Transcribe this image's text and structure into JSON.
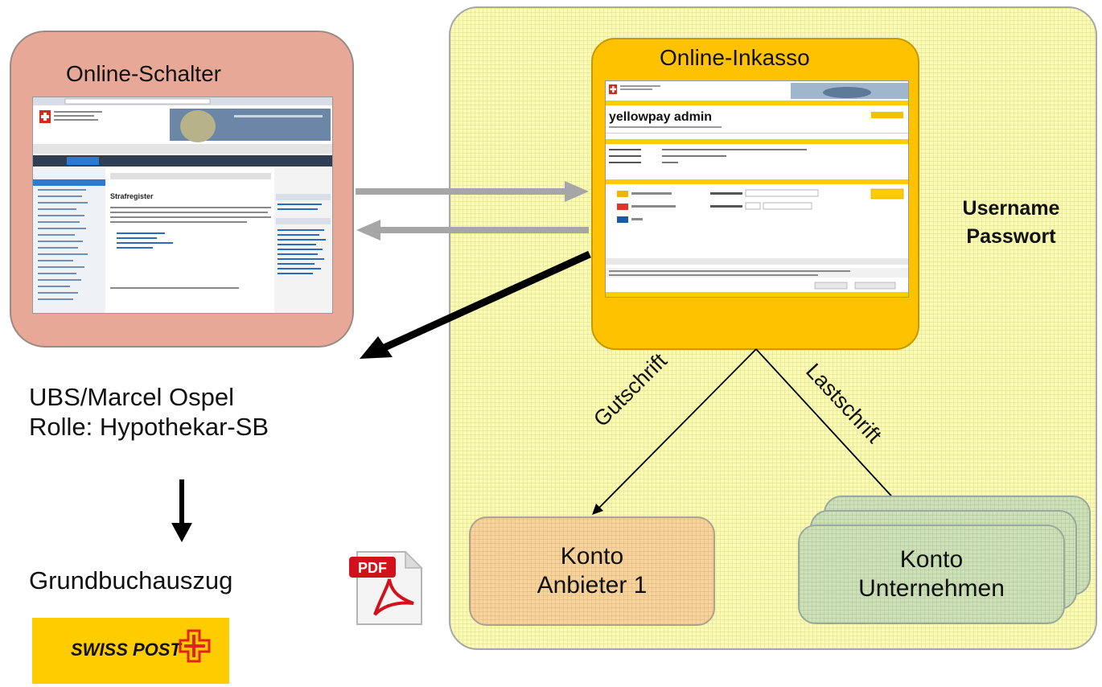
{
  "online_schalter": {
    "title": "Online-Schalter",
    "page_heading": "Strafregister"
  },
  "online_inkasso": {
    "title": "Online-Inkasso",
    "app_name": "yellowpay admin"
  },
  "credentials": {
    "line1": "Username",
    "line2": "Passwort"
  },
  "user": {
    "line1": "UBS/Marcel Ospel",
    "line2": "Rolle: Hypothekar-SB"
  },
  "document": {
    "label": "Grundbuchauszug",
    "file_icon_text": "PDF"
  },
  "flows": {
    "credit": "Gutschrift",
    "debit": "Lastschrift"
  },
  "konto_anbieter": {
    "line1": "Konto",
    "line2": "Anbieter 1"
  },
  "konto_unternehmen": {
    "line1": "Konto",
    "line2": "Unternehmen"
  },
  "logo": {
    "text": "SWISS POST"
  },
  "colors": {
    "region": "#fbfbb6",
    "schalter": "#e8a898",
    "inkasso": "#ffc200",
    "konto_anbieter": "#f6d49c",
    "konto_unternehmen": "#cde0b8",
    "post_yellow": "#ffcc00"
  }
}
